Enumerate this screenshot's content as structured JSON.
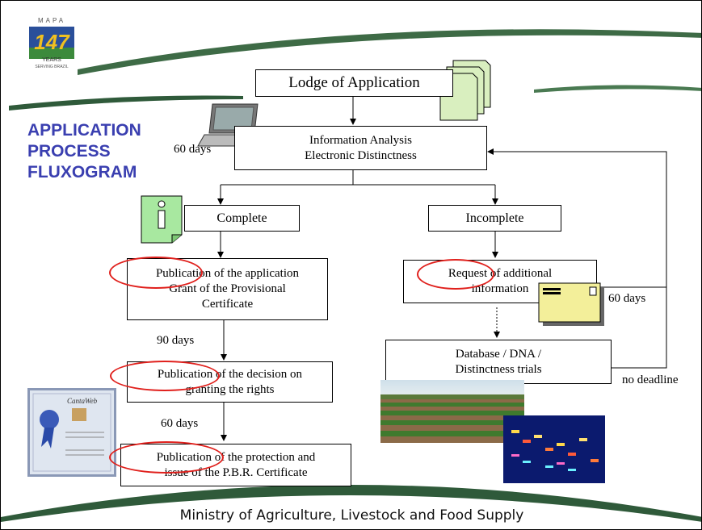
{
  "logo": {
    "top": "MAPA",
    "number": "147",
    "sub": "YEARS",
    "tag": "SERVING BRAZIL"
  },
  "title": {
    "line1": "APPLICATION",
    "line2": "PROCESS",
    "line3": "FLUXOGRAM"
  },
  "boxes": {
    "lodge": "Lodge of Application",
    "analysis_1": "Information Analysis",
    "analysis_2": "Electronic Distinctness",
    "complete": "Complete",
    "incomplete": "Incomplete",
    "publication_app_1": "Publication of the application",
    "publication_app_2": "Grant of the Provisional",
    "publication_app_3": "Certificate",
    "request_1": "Request of additional",
    "request_2": "information",
    "decision_1": "Publication of the decision on",
    "decision_2": "granting the rights",
    "protection_1": "Publication of the protection and",
    "protection_2": "issue of the P.B.R. Certificate",
    "database_1": "Database / DNA /",
    "database_2": "Distinctness trials"
  },
  "labels": {
    "days_analysis": "60 days",
    "days_90": "90 days",
    "days_60_left": "60 days",
    "days_60_right": "60 days",
    "no_deadline": "no deadline"
  },
  "certificate": {
    "name": "CantaWeb"
  },
  "footer": "Ministry of Agriculture, Livestock and Food Supply",
  "colors": {
    "title": "#3a3fb0",
    "highlight": "#e0201c",
    "swoosh": "#2f5a3a",
    "docs": "#d9efbf",
    "info": "#a8e8a0",
    "envelope": "#f3ef9a"
  }
}
